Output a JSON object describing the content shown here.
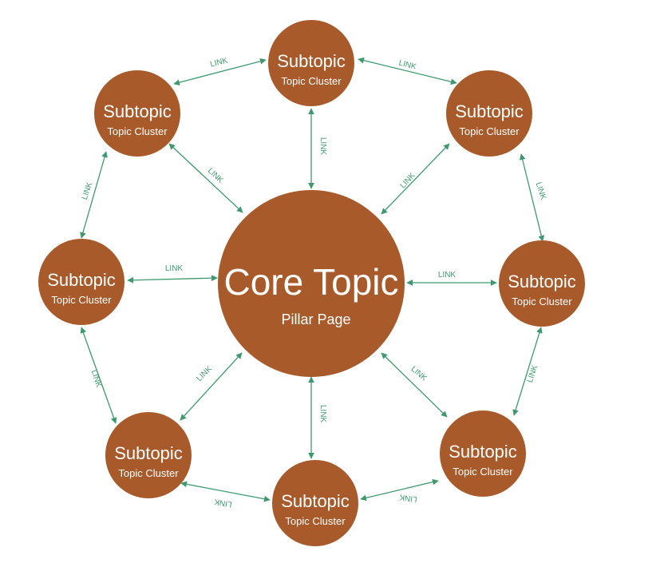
{
  "colors": {
    "node_fill": "#A85A2A",
    "link": "#3E9A6E",
    "background": "#FFFFFF"
  },
  "core": {
    "title": "Core Topic",
    "subtitle": "Pillar Page"
  },
  "subtopics": [
    {
      "title": "Subtopic",
      "subtitle": "Topic Cluster"
    },
    {
      "title": "Subtopic",
      "subtitle": "Topic Cluster"
    },
    {
      "title": "Subtopic",
      "subtitle": "Topic Cluster"
    },
    {
      "title": "Subtopic",
      "subtitle": "Topic Cluster"
    },
    {
      "title": "Subtopic",
      "subtitle": "Topic Cluster"
    },
    {
      "title": "Subtopic",
      "subtitle": "Topic Cluster"
    },
    {
      "title": "Subtopic",
      "subtitle": "Topic Cluster"
    },
    {
      "title": "Subtopic",
      "subtitle": "Topic Cluster"
    }
  ],
  "link_label": "LINK"
}
